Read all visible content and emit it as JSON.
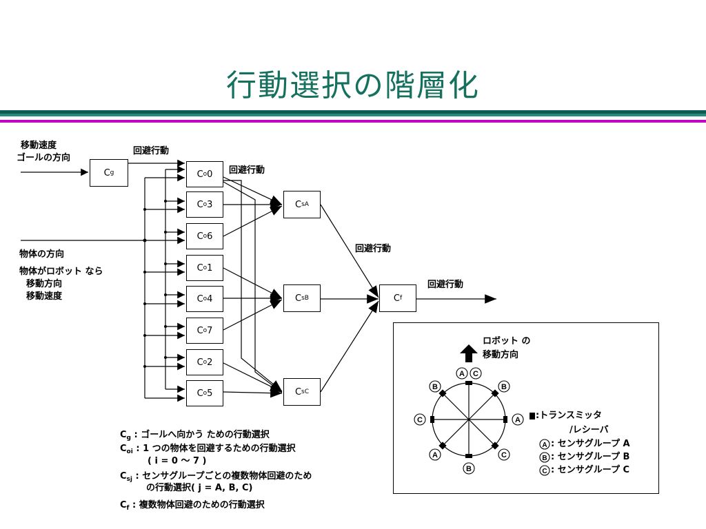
{
  "title": "行動選択の階層化",
  "colors": {
    "title": "#15705e",
    "band_dark": "#0f5b55",
    "band_teal": "#2a8a78",
    "band_magenta": "#c000c0"
  },
  "inputs": {
    "goal_line1": "移動速度",
    "goal_line2": "ゴールの方向",
    "object_dir": "物体の方向",
    "robot_line1": "物体がロボット なら",
    "robot_line2": "移動方向",
    "robot_line3": "移動速度"
  },
  "edge_labels": {
    "avoid_top": "回避行動",
    "avoid_co0": "回避行動",
    "avoid_mid": "回避行動",
    "avoid_out": "回避行動"
  },
  "boxes": {
    "cg": {
      "base": "C",
      "sub": "g"
    },
    "co": [
      {
        "base": "C",
        "sub": "o",
        "tail": "0"
      },
      {
        "base": "C",
        "sub": "o",
        "tail": "3"
      },
      {
        "base": "C",
        "sub": "o",
        "tail": "6"
      },
      {
        "base": "C",
        "sub": "o",
        "tail": "1"
      },
      {
        "base": "C",
        "sub": "o",
        "tail": "4"
      },
      {
        "base": "C",
        "sub": "o",
        "tail": "7"
      },
      {
        "base": "C",
        "sub": "o",
        "tail": "2"
      },
      {
        "base": "C",
        "sub": "o",
        "tail": "5"
      }
    ],
    "cs": [
      {
        "base": "C",
        "sub": "sA"
      },
      {
        "base": "C",
        "sub": "sB"
      },
      {
        "base": "C",
        "sub": "sC"
      }
    ],
    "cf": {
      "base": "C",
      "sub": "f"
    }
  },
  "definitions": {
    "cg_sym": "C",
    "cg_sub": "g",
    "cg_text": ": ゴールへ向かう ための行動選択",
    "coi_sym": "C",
    "coi_sub": "oi",
    "coi_text1": ": 1 つの物体を回避するための行動選択",
    "coi_text2": "( i = 0 ～ 7 )",
    "csj_sym": "C",
    "csj_sub": "sj",
    "csj_text1": ": センサグループごとの複数物体回避のため",
    "csj_text2": "の行動選択( j = A, B, C)",
    "cf_sym": "C",
    "cf_sub": "f",
    "cf_text": ": 複数物体回避のための行動選択"
  },
  "legend": {
    "robot_dir1": "ロボット の",
    "robot_dir2": "移動方向",
    "sensor_groups": [
      "A",
      "B",
      "C"
    ],
    "transmitter_line1": ":トランスミッタ",
    "transmitter_line2": "/レシーバ",
    "group_a": ": センサグループ A",
    "group_b": ": センサグループ B",
    "group_c": ": センサグループ C"
  }
}
